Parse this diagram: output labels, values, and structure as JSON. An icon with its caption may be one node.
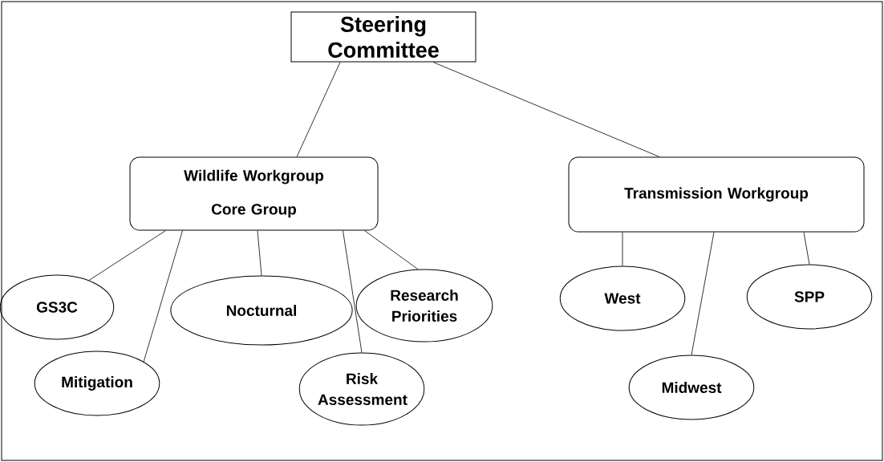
{
  "diagram": {
    "nodes": [
      {
        "text": [
          "Steering Committee"
        ]
      },
      {
        "text": [
          "Wildlife Workgroup Core Group"
        ]
      },
      {
        "text": [
          "Transmission Workgroup"
        ]
      },
      {
        "text": [
          "GS3C"
        ]
      },
      {
        "text": [
          "Mitigation"
        ]
      },
      {
        "text": [
          "Nocturnal"
        ]
      },
      {
        "text": [
          "Risk Assessment"
        ]
      },
      {
        "text": [
          "Research Priorities"
        ]
      },
      {
        "text": [
          "West"
        ]
      },
      {
        "text": [
          "Midwest"
        ]
      },
      {
        "text": [
          "SPP"
        ]
      }
    ],
    "edges": [
      {
        "from": 0,
        "to": 1,
        "arrow": "none"
      },
      {
        "from": 0,
        "to": 2,
        "arrow": "none"
      },
      {
        "from": 1,
        "to": 3,
        "arrow": "none"
      },
      {
        "from": 1,
        "to": 4,
        "arrow": "none"
      },
      {
        "from": 1,
        "to": 5,
        "arrow": "none"
      },
      {
        "from": 1,
        "to": 6,
        "arrow": "none"
      },
      {
        "from": 1,
        "to": 7,
        "arrow": "none"
      },
      {
        "from": 2,
        "to": 8,
        "arrow": "none"
      },
      {
        "from": 2,
        "to": 9,
        "arrow": "none"
      },
      {
        "from": 2,
        "to": 10,
        "arrow": "none"
      }
    ]
  }
}
